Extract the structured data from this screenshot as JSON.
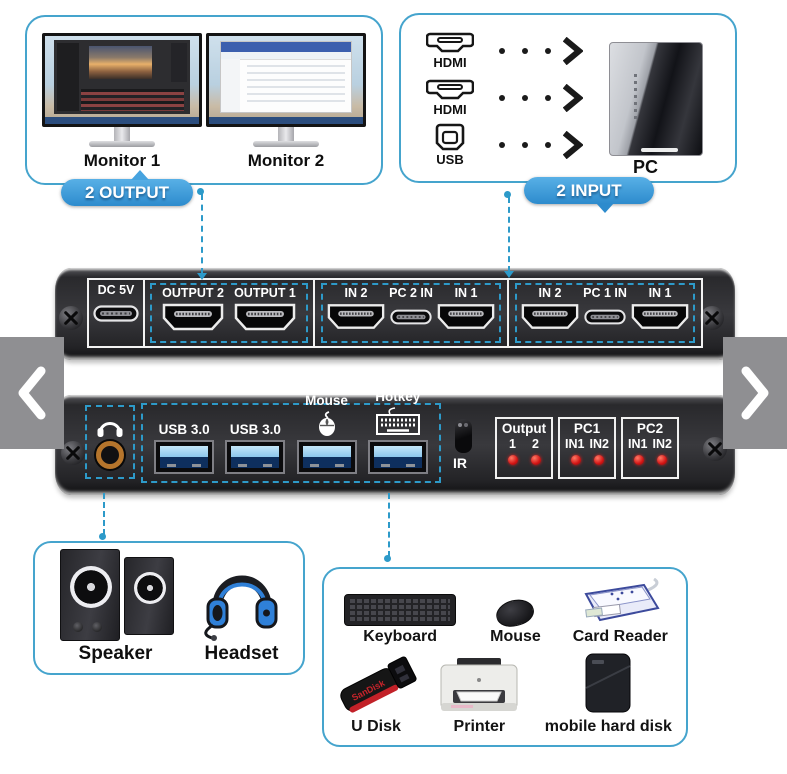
{
  "colors": {
    "box_border": "#45a4cd",
    "badge_blue": "#3293d6",
    "dashed_line": "#2d9ac9",
    "device_body": "#2c2c30",
    "usb3_blue": "#a6d8f5",
    "led_red": "#d21414",
    "jack_orange": "#b5752c",
    "arrow_gray": "#8f8f92"
  },
  "output_section": {
    "badge": "2 OUTPUT",
    "monitors": [
      {
        "label": "Monitor 1"
      },
      {
        "label": "Monitor 2"
      }
    ]
  },
  "input_section": {
    "badge": "2 INPUT",
    "connectors": [
      {
        "label": "HDMI"
      },
      {
        "label": "HDMI"
      },
      {
        "label": "USB"
      }
    ],
    "pc_label": "PC"
  },
  "back_panel": {
    "dc_label": "DC 5V",
    "outputs": [
      {
        "label": "OUTPUT 2"
      },
      {
        "label": "OUTPUT 1"
      }
    ],
    "pc2_inputs": [
      {
        "label": "IN 2"
      },
      {
        "label": "PC 2 IN"
      },
      {
        "label": "IN 1"
      }
    ],
    "pc1_inputs": [
      {
        "label": "IN 2"
      },
      {
        "label": "PC 1 IN"
      },
      {
        "label": "IN 1"
      }
    ]
  },
  "front_panel": {
    "usb_ports": [
      {
        "label": "USB 3.0"
      },
      {
        "label": "USB 3.0"
      },
      {
        "label": "Mouse"
      },
      {
        "label": "Hotkey"
      }
    ],
    "ir_label": "IR",
    "indicators": [
      {
        "title": "Output",
        "cols": [
          "1",
          "2"
        ]
      },
      {
        "title": "PC1",
        "cols": [
          "IN1",
          "IN2"
        ]
      },
      {
        "title": "PC2",
        "cols": [
          "IN1",
          "IN2"
        ]
      }
    ]
  },
  "audio_section": {
    "items": [
      {
        "label": "Speaker"
      },
      {
        "label": "Headset"
      }
    ]
  },
  "peripherals_section": {
    "items": [
      {
        "label": "Keyboard"
      },
      {
        "label": "Mouse"
      },
      {
        "label": "Card Reader"
      },
      {
        "label": "U Disk"
      },
      {
        "label": "Printer"
      },
      {
        "label": "mobile hard disk"
      }
    ],
    "u_disk_brand": "SanDisk"
  },
  "carousel": {
    "prev_icon": "chevron-left",
    "next_icon": "chevron-right"
  }
}
